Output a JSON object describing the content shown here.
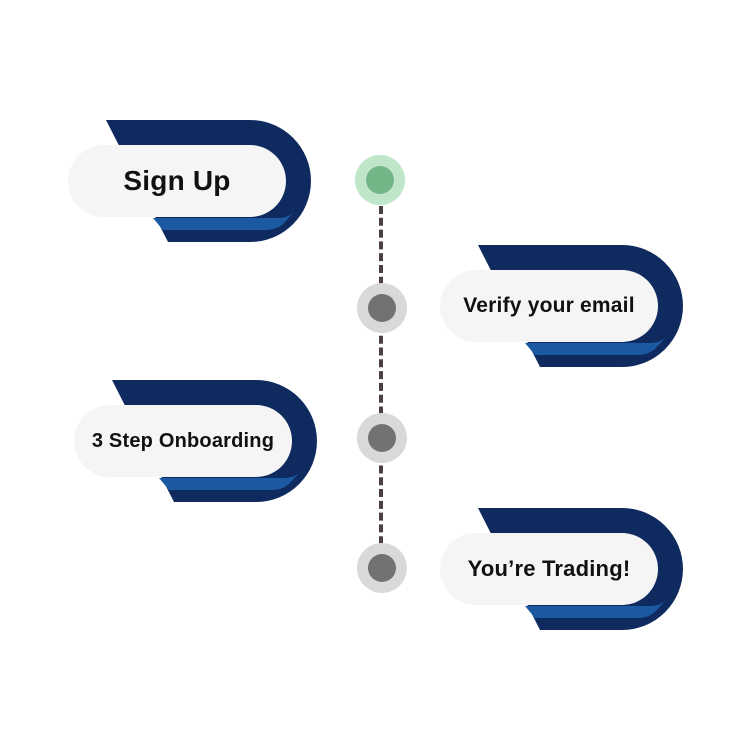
{
  "colors": {
    "navy": "#0f2a5f",
    "blue": "#1b5aa3",
    "pill": "#f5f5f5",
    "active_ring": "#bfe6c8",
    "active_dot": "#72b587",
    "pending_ring": "#d9d9d9",
    "pending_dot": "#727272",
    "connector": "#4b3f42"
  },
  "steps": [
    {
      "label": "Sign Up",
      "status": "active",
      "side": "left"
    },
    {
      "label": "Verify your email",
      "status": "pending",
      "side": "right"
    },
    {
      "label": "3 Step Onboarding",
      "status": "pending",
      "side": "left"
    },
    {
      "label": "You’re Trading!",
      "status": "pending",
      "side": "right"
    }
  ]
}
